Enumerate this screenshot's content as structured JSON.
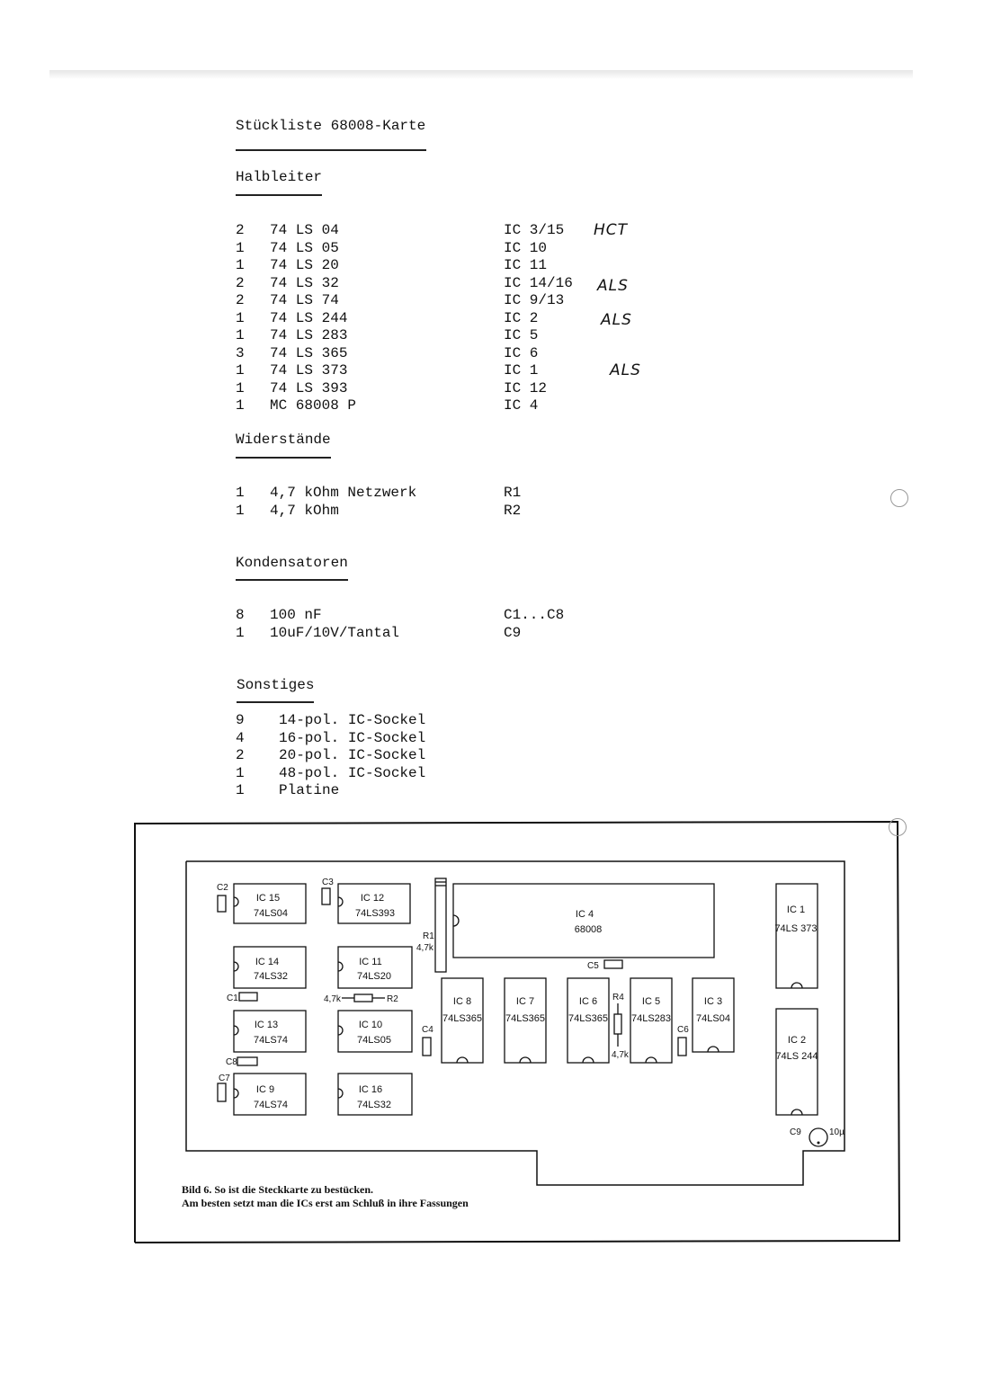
{
  "document": {
    "title": "Stückliste 68008-Karte"
  },
  "sections": {
    "halbleiter": {
      "heading": "Halbleiter",
      "rows": [
        {
          "qty": "2",
          "part": "74 LS 04",
          "ref": "IC 3/15",
          "note": "HCT"
        },
        {
          "qty": "1",
          "part": "74 LS 05",
          "ref": "IC 10",
          "note": ""
        },
        {
          "qty": "1",
          "part": "74 LS 20",
          "ref": "IC 11",
          "note": ""
        },
        {
          "qty": "2",
          "part": "74 LS 32",
          "ref": "IC 14/16",
          "note": "ALS"
        },
        {
          "qty": "2",
          "part": "74 LS 74",
          "ref": "IC 9/13",
          "note": ""
        },
        {
          "qty": "1",
          "part": "74 LS 244",
          "ref": "IC 2",
          "note": "ALS"
        },
        {
          "qty": "1",
          "part": "74 LS 283",
          "ref": "IC 5",
          "note": ""
        },
        {
          "qty": "3",
          "part": "74 LS 365",
          "ref": "IC 6",
          "note": ""
        },
        {
          "qty": "1",
          "part": "74 LS 373",
          "ref": "IC 1",
          "note": "ALS"
        },
        {
          "qty": "1",
          "part": "74 LS 393",
          "ref": "IC 12",
          "note": ""
        },
        {
          "qty": "1",
          "part": "MC 68008 P",
          "ref": "IC 4",
          "note": ""
        }
      ]
    },
    "widerstaende": {
      "heading": "Widerstände",
      "rows": [
        {
          "qty": "1",
          "part": "4,7 kOhm Netzwerk",
          "ref": "R1"
        },
        {
          "qty": "1",
          "part": "4,7 kOhm",
          "ref": "R2"
        }
      ]
    },
    "kondensatoren": {
      "heading": "Kondensatoren",
      "rows": [
        {
          "qty": "8",
          "part": "100 nF",
          "ref": "C1...C8"
        },
        {
          "qty": "1",
          "part": "10uF/10V/Tantal",
          "ref": "C9"
        }
      ]
    },
    "sonstiges": {
      "heading": "Sonstiges",
      "rows": [
        {
          "qty": "9",
          "part": "14-pol. IC-Sockel"
        },
        {
          "qty": "4",
          "part": "16-pol. IC-Sockel"
        },
        {
          "qty": "2",
          "part": "20-pol. IC-Sockel"
        },
        {
          "qty": "1",
          "part": "48-pol. IC-Sockel"
        },
        {
          "qty": "1",
          "part": "Platine"
        }
      ]
    }
  },
  "figure": {
    "caption_line1": "Bild 6. So ist die Steckkarte zu bestücken.",
    "caption_line2": "Am besten setzt man die ICs erst am Schluß in ihre Fassungen",
    "ics": [
      {
        "id": "IC 15",
        "type": "74LS04"
      },
      {
        "id": "IC 12",
        "type": "74LS393"
      },
      {
        "id": "IC 4",
        "type": "68008"
      },
      {
        "id": "IC 1",
        "type": "74LS 373"
      },
      {
        "id": "IC 14",
        "type": "74LS32"
      },
      {
        "id": "IC 11",
        "type": "74LS20"
      },
      {
        "id": "IC 13",
        "type": "74LS74"
      },
      {
        "id": "IC 10",
        "type": "74LS05"
      },
      {
        "id": "IC 9",
        "type": "74LS74"
      },
      {
        "id": "IC 16",
        "type": "74LS32"
      },
      {
        "id": "IC 8",
        "type": "74LS365"
      },
      {
        "id": "IC 7",
        "type": "74LS365"
      },
      {
        "id": "IC 6",
        "type": "74LS365"
      },
      {
        "id": "IC 5",
        "type": "74LS283"
      },
      {
        "id": "IC 3",
        "type": "74LS04"
      },
      {
        "id": "IC 2",
        "type": "74LS 244"
      }
    ],
    "labels": {
      "c1": "C1",
      "c2": "C2",
      "c3": "C3",
      "c4": "C4",
      "c5": "C5",
      "c6": "C6",
      "c7": "C7",
      "c8": "C8",
      "c9": "C9",
      "r1": "R1",
      "r1_val": "4,7k",
      "r2": "R2",
      "r2_val": "4,7k",
      "r4": "R4",
      "r4_val": "4,7k",
      "c9_val": "10µ"
    }
  }
}
